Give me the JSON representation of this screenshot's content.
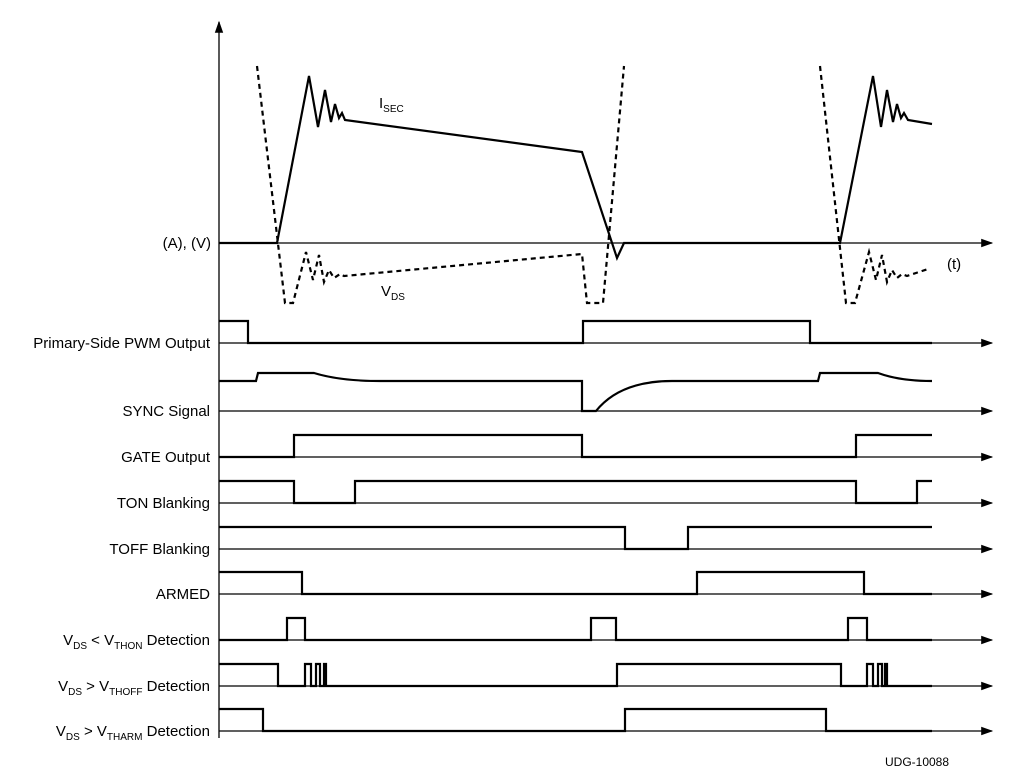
{
  "diagram": {
    "figure_id": "UDG-10088",
    "time_axis_label": "(t)",
    "analog": {
      "axis_label": "(A), (V)",
      "isec": {
        "main": "I",
        "sub": "SEC"
      },
      "vds": {
        "main": "V",
        "sub": "DS"
      }
    },
    "rows": [
      {
        "id": "pwm",
        "parts": [
          {
            "t": "Primary-Side PWM Output"
          }
        ]
      },
      {
        "id": "sync",
        "parts": [
          {
            "t": "SYNC Signal"
          }
        ]
      },
      {
        "id": "gate",
        "parts": [
          {
            "t": "GATE Output"
          }
        ]
      },
      {
        "id": "ton",
        "parts": [
          {
            "t": "TON Blanking"
          }
        ]
      },
      {
        "id": "toff",
        "parts": [
          {
            "t": "TOFF Blanking"
          }
        ]
      },
      {
        "id": "armed",
        "parts": [
          {
            "t": "ARMED"
          }
        ]
      },
      {
        "id": "thon",
        "parts": [
          {
            "t": "V"
          },
          {
            "t": "DS",
            "sub": true
          },
          {
            "t": " < V"
          },
          {
            "t": "THON",
            "sub": true
          },
          {
            "t": " Detection"
          }
        ]
      },
      {
        "id": "thoff",
        "parts": [
          {
            "t": "V"
          },
          {
            "t": "DS",
            "sub": true
          },
          {
            "t": " > V"
          },
          {
            "t": "THOFF",
            "sub": true
          },
          {
            "t": " Detection"
          }
        ]
      },
      {
        "id": "tharm",
        "parts": [
          {
            "t": "V"
          },
          {
            "t": "DS",
            "sub": true
          },
          {
            "t": " > V"
          },
          {
            "t": "THARM",
            "sub": true
          },
          {
            "t": " Detection"
          }
        ]
      }
    ]
  }
}
